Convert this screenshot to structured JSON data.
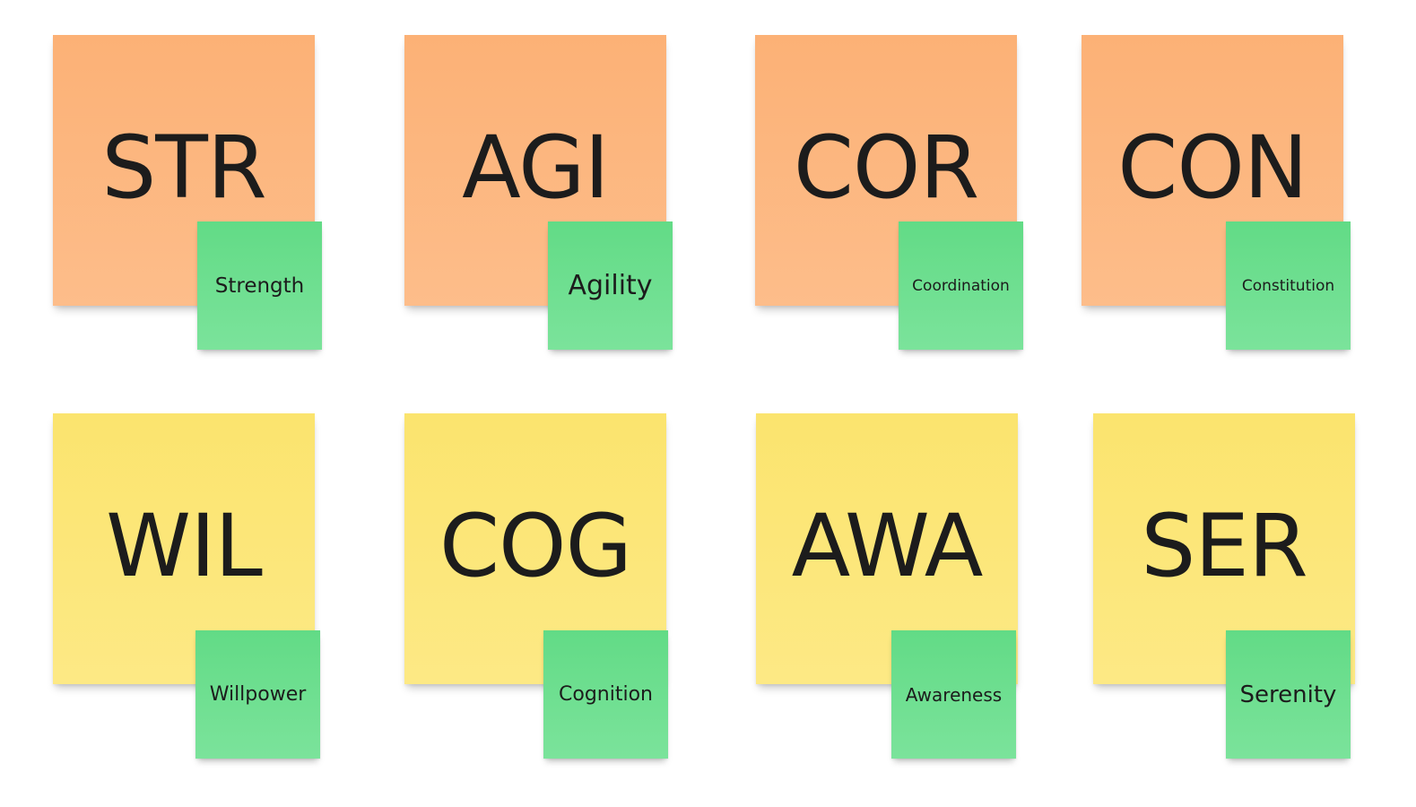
{
  "board": {
    "colors": {
      "physical_note": "#fcb176",
      "mental_note": "#fbe46e",
      "label_note": "#62db86"
    },
    "notes": [
      {
        "abbr": "STR",
        "name": "Strength"
      },
      {
        "abbr": "AGI",
        "name": "Agility"
      },
      {
        "abbr": "COR",
        "name": "Coordination"
      },
      {
        "abbr": "CON",
        "name": "Constitution"
      },
      {
        "abbr": "WIL",
        "name": "Willpower"
      },
      {
        "abbr": "COG",
        "name": "Cognition"
      },
      {
        "abbr": "AWA",
        "name": "Awareness"
      },
      {
        "abbr": "SER",
        "name": "Serenity"
      }
    ]
  }
}
